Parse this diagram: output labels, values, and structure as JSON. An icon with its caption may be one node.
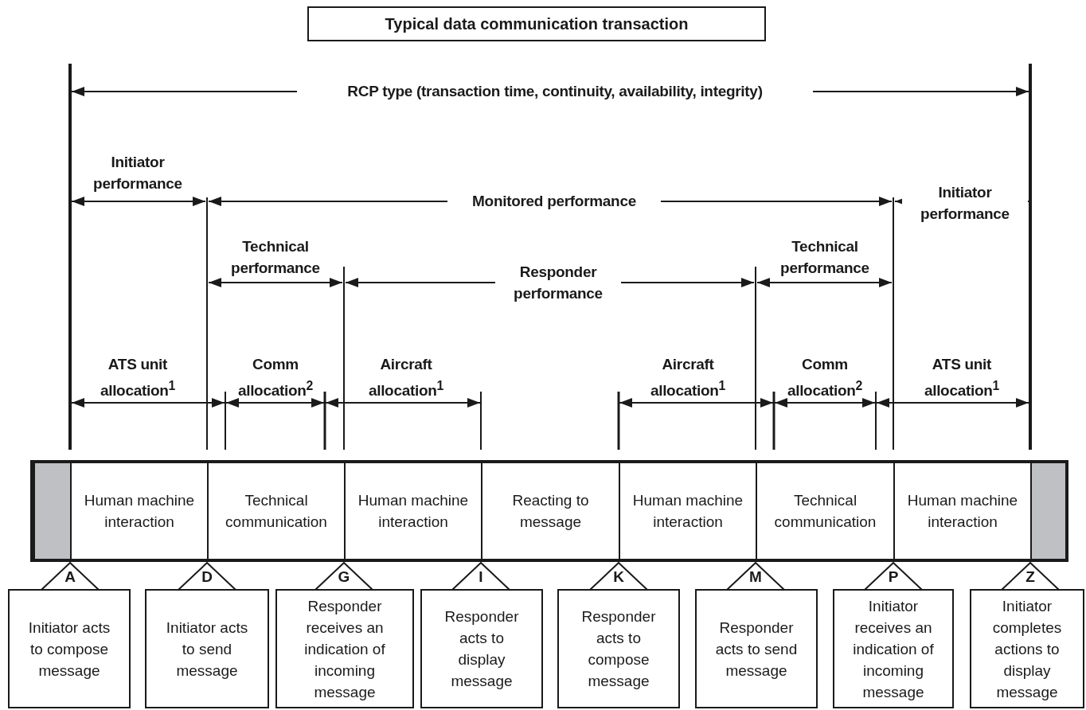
{
  "diagram": {
    "title": "Typical data communication transaction",
    "nodes": [
      {
        "text": [],
        "shape": "box"
      },
      {
        "text": [],
        "shape": "bar",
        "in": 0
      },
      {
        "text": [
          "Human machine interaction"
        ],
        "in": 0
      },
      {
        "text": [
          "Technical communication"
        ],
        "in": 0
      },
      {
        "text": [
          "Human machine interaction"
        ],
        "in": 0
      },
      {
        "text": [
          "Reacting to message"
        ],
        "in": 0
      },
      {
        "text": [
          "Human machine interaction"
        ],
        "in": 0
      },
      {
        "text": [
          "Technical communication"
        ],
        "in": 0
      },
      {
        "text": [
          "Human machine interaction"
        ],
        "in": 0
      },
      {
        "text": [],
        "shape": "bar",
        "in": 0
      },
      {
        "text": [
          "A",
          "Initiator acts to compose message"
        ]
      },
      {
        "text": [
          "D",
          "Initiator acts to send message"
        ]
      },
      {
        "text": [
          "G",
          "Responder receives an indication of incoming message"
        ]
      },
      {
        "text": [
          "I",
          "Responder acts to display message"
        ]
      },
      {
        "text": [
          "K",
          "Responder acts to compose message"
        ]
      },
      {
        "text": [
          "M",
          "Responder acts to send message"
        ]
      },
      {
        "text": [
          "P",
          "Initiator receives an indication of incoming message"
        ]
      },
      {
        "text": [
          "Z",
          "Initiator completes actions to display message"
        ]
      }
    ],
    "labels": [
      "RCP type (transaction time, continuity, availability, integrity)",
      "Initiator performance",
      "Monitored performance",
      "Initiator performance",
      "Technical performance",
      "Responder performance",
      "Technical performance",
      "ATS unit allocation$^{1}$",
      "Comm allocation$^{2}$",
      "Aircraft allocation$^{1}$",
      "Aircraft allocation$^{1}$",
      "Comm allocation$^{2}$",
      "ATS unit allocation$^{1}$"
    ]
  }
}
